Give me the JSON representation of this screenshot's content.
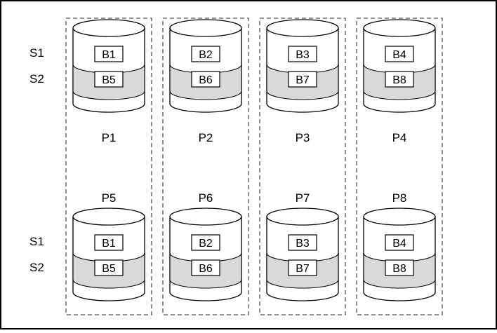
{
  "diagram": {
    "row_labels": {
      "top": [
        "S1",
        "S2"
      ],
      "bottom": [
        "S1",
        "S2"
      ]
    },
    "groups": [
      {
        "top_disk": {
          "label": "P1",
          "stripe1": "B1",
          "stripe2": "B5"
        },
        "bottom_disk": {
          "label": "P5",
          "stripe1": "B1",
          "stripe2": "B5"
        }
      },
      {
        "top_disk": {
          "label": "P2",
          "stripe1": "B2",
          "stripe2": "B6"
        },
        "bottom_disk": {
          "label": "P6",
          "stripe1": "B2",
          "stripe2": "B6"
        }
      },
      {
        "top_disk": {
          "label": "P3",
          "stripe1": "B3",
          "stripe2": "B7"
        },
        "bottom_disk": {
          "label": "P7",
          "stripe1": "B3",
          "stripe2": "B7"
        }
      },
      {
        "top_disk": {
          "label": "P4",
          "stripe1": "B4",
          "stripe2": "B8"
        },
        "bottom_disk": {
          "label": "P8",
          "stripe1": "B4",
          "stripe2": "B8"
        }
      }
    ],
    "colors": {
      "stripe_band": "#d9d9d9",
      "outline": "#000000",
      "dashed_box": "#555555"
    }
  }
}
